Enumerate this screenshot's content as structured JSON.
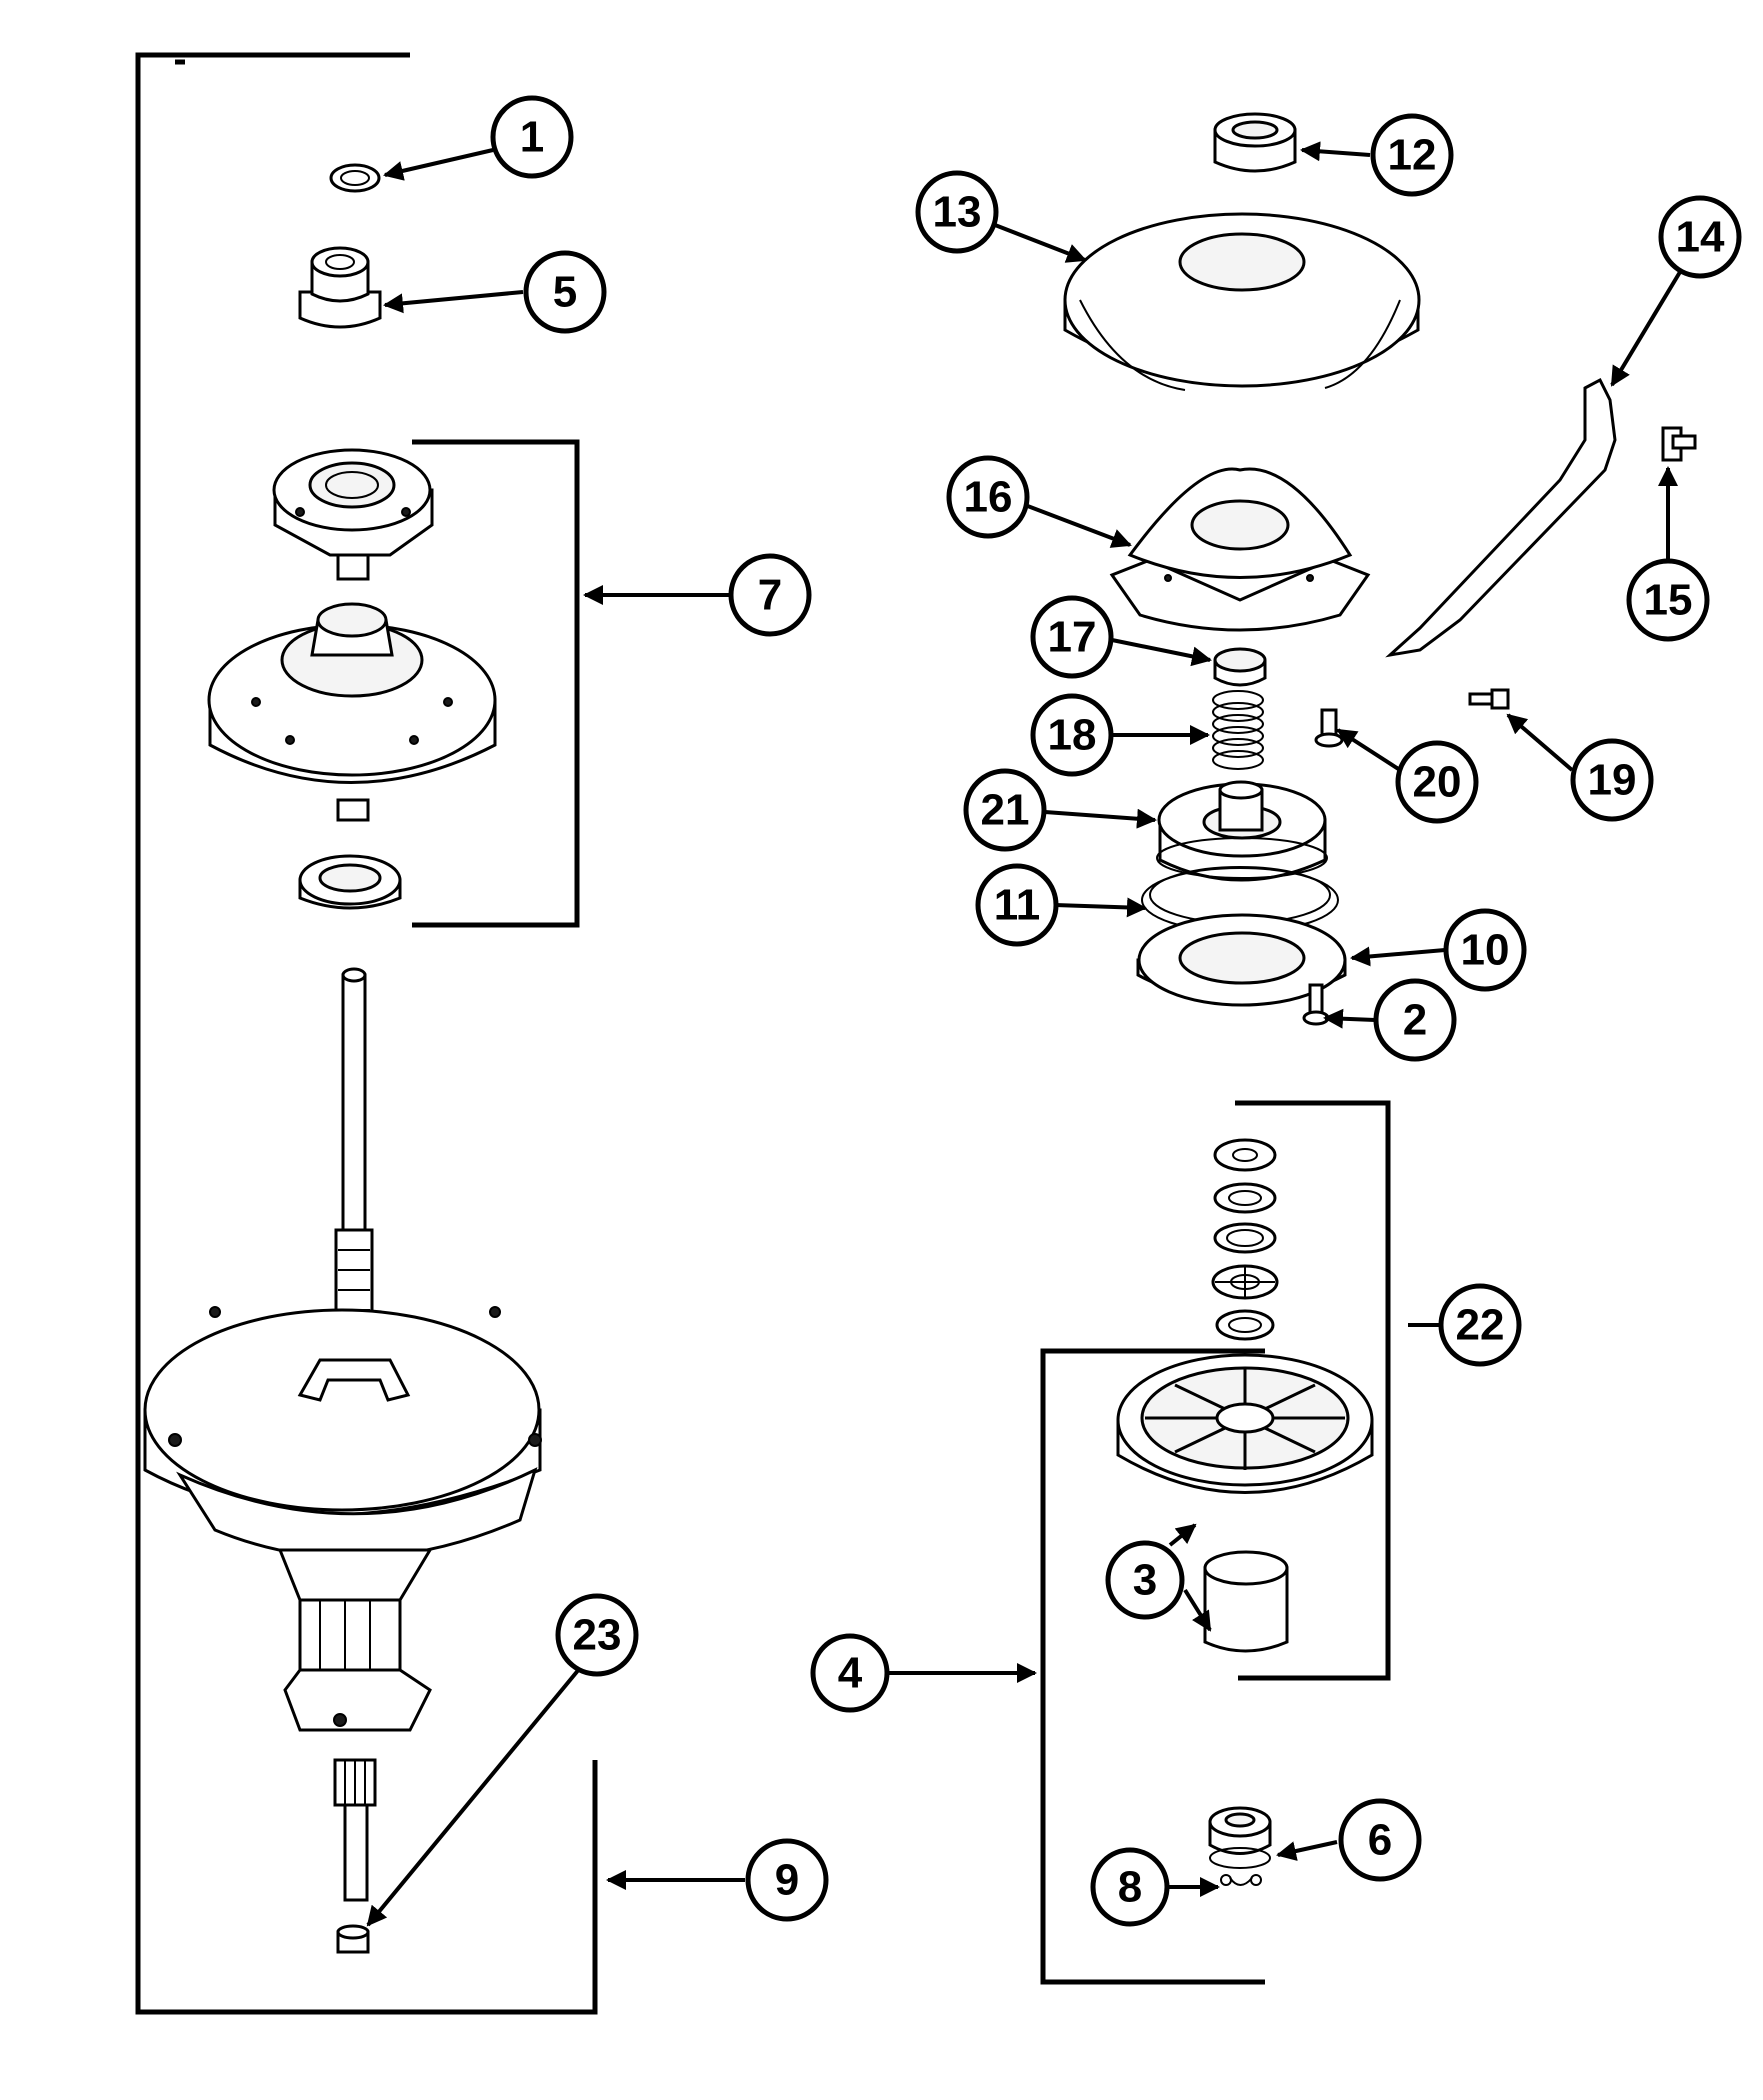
{
  "diagram": {
    "callouts": [
      {
        "label": "1"
      },
      {
        "label": "5"
      },
      {
        "label": "7"
      },
      {
        "label": "9"
      },
      {
        "label": "23"
      },
      {
        "label": "12"
      },
      {
        "label": "13"
      },
      {
        "label": "14"
      },
      {
        "label": "15"
      },
      {
        "label": "16"
      },
      {
        "label": "17"
      },
      {
        "label": "18"
      },
      {
        "label": "19"
      },
      {
        "label": "20"
      },
      {
        "label": "21"
      },
      {
        "label": "11"
      },
      {
        "label": "10"
      },
      {
        "label": "2"
      },
      {
        "label": "22"
      },
      {
        "label": "3"
      },
      {
        "label": "4"
      },
      {
        "label": "6"
      },
      {
        "label": "8"
      }
    ]
  },
  "colors": {
    "line": "#000000",
    "background": "#ffffff"
  }
}
